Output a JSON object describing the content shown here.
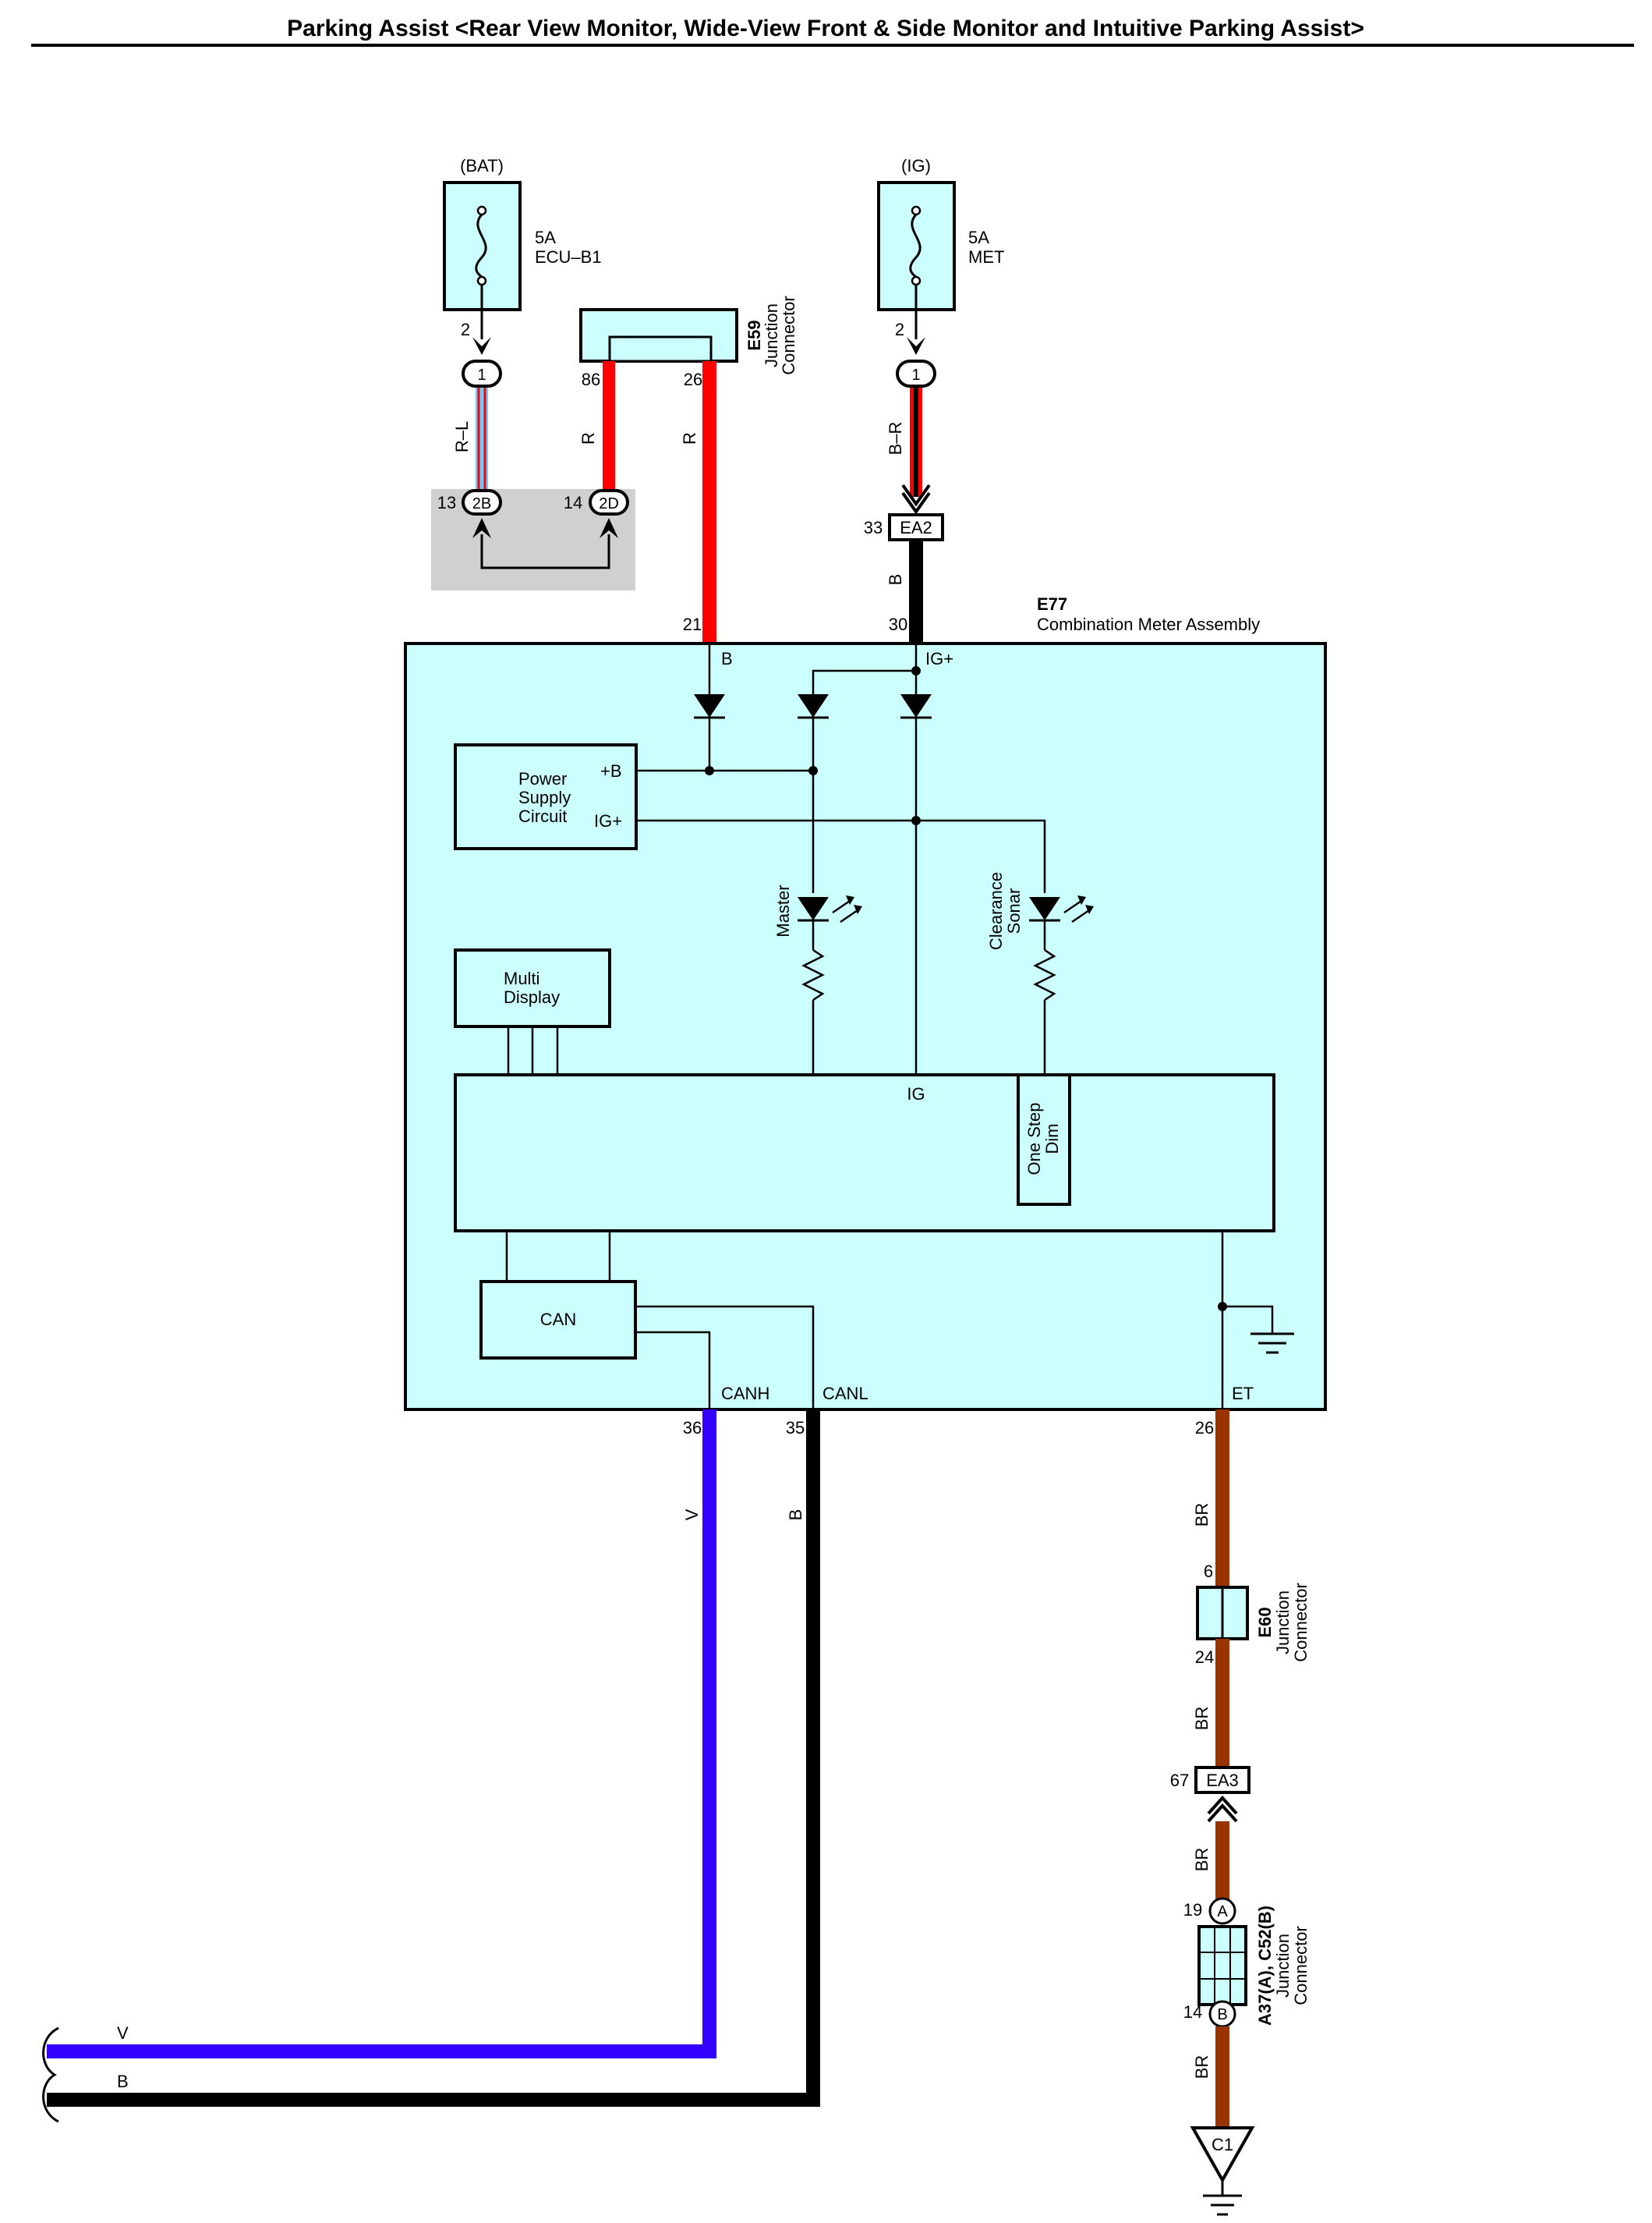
{
  "title": "Parking Assist <Rear View Monitor, Wide-View Front & Side Monitor and Intuitive Parking Assist>",
  "colors": {
    "component_fill": "#ccffff",
    "gray_box": "#d0d0d0",
    "wire_red": "#ff0000",
    "wire_black": "#000000",
    "wire_violet": "#3300ff",
    "wire_brown": "#993300",
    "wire_blue_light": "#66ccff"
  },
  "fuses": [
    {
      "id": "fuse-bat",
      "supply": "(BAT)",
      "rating": "5A",
      "name": "ECU–B1",
      "pin": "2",
      "conn": "1",
      "wire": "R–L"
    },
    {
      "id": "fuse-ig",
      "supply": "(IG)",
      "rating": "5A",
      "name": "MET",
      "pin": "2",
      "conn": "1",
      "wire": "B–R"
    }
  ],
  "e59": {
    "code": "E59",
    "name1": "Junction",
    "name2": "Connector",
    "pin_left": "86",
    "pin_right": "26",
    "wire_left": "R",
    "wire_right": "R"
  },
  "gray_connectors": {
    "left_pin": "13",
    "left_id": "2B",
    "right_pin": "14",
    "right_id": "2D"
  },
  "ea2": {
    "pin": "33",
    "id": "EA2",
    "wire": "B"
  },
  "e77": {
    "code": "E77",
    "name": "Combination Meter Assembly",
    "pin_b": "21",
    "pin_ig": "30",
    "label_b": "B",
    "label_igplus": "IG+",
    "psc_l1": "Power",
    "psc_l2": "Supply",
    "psc_l3": "Circuit",
    "psc_b": "+B",
    "psc_ig": "IG+",
    "master": "Master",
    "clearance1": "Clearance",
    "clearance2": "Sonar",
    "multi1": "Multi",
    "multi2": "Display",
    "ig": "IG",
    "onestep1": "One Step",
    "onestep2": "Dim",
    "can": "CAN",
    "canh": "CANH",
    "canl": "CANL",
    "et": "ET",
    "pin_canh": "36",
    "pin_canl": "35",
    "pin_et": "26"
  },
  "can_wires": {
    "canh_color": "V",
    "canl_color": "B",
    "bottom_v": "V",
    "bottom_b": "B"
  },
  "e60": {
    "code": "E60",
    "name1": "Junction",
    "name2": "Connector",
    "pin_top": "6",
    "pin_bottom": "24",
    "wire_top": "BR",
    "wire_bottom": "BR"
  },
  "ea3": {
    "pin": "67",
    "id": "EA3",
    "wire_after": "BR"
  },
  "a37": {
    "code": "A37(A), C52(B)",
    "name1": "Junction",
    "name2": "Connector",
    "pin_a": "19",
    "id_a": "A",
    "pin_b": "14",
    "id_b": "B",
    "wire_after": "BR"
  },
  "ground": {
    "id": "C1"
  }
}
